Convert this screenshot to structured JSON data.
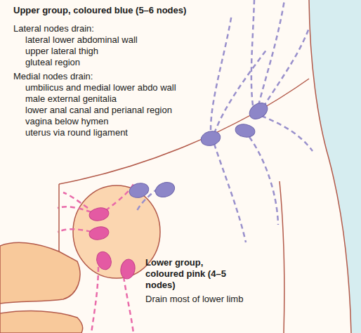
{
  "diagram": {
    "labels": [
      "Upper group, coloured blue (5–6 nodes)",
      "Lateral nodes drain:",
      "lateral lower abdominal wall",
      "upper lateral thigh",
      "gluteal region",
      "Medial nodes drain:",
      "umbilicus and medial lower abdo wall",
      "male external genitalia",
      "lower anal canal and perianal region",
      "vagina below hymen",
      "uterus via round ligament",
      "Lower group, coloured pink (4–5 nodes)",
      "Drain most of lower limb"
    ]
  }
}
